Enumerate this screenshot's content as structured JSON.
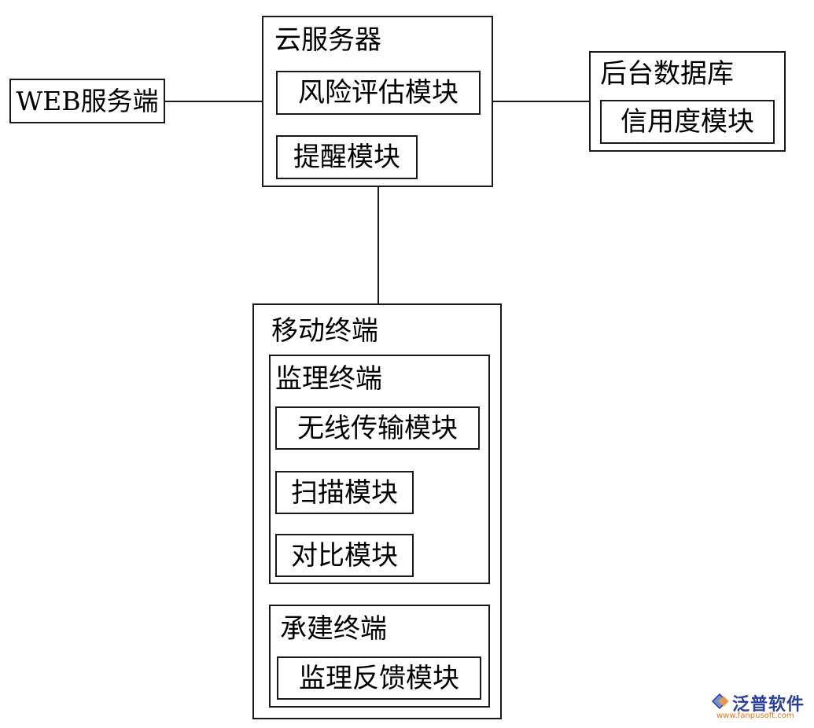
{
  "web_server": {
    "label": "WEB服务端"
  },
  "cloud_server": {
    "title": "云服务器",
    "modules": [
      "风险评估模块",
      "提醒模块"
    ]
  },
  "backend_db": {
    "title": "后台数据库",
    "modules": [
      "信用度模块"
    ]
  },
  "mobile_terminal": {
    "title": "移动终端",
    "supervision_terminal": {
      "title": "监理终端",
      "modules": [
        "无线传输模块",
        "扫描模块",
        "对比模块"
      ]
    },
    "construction_terminal": {
      "title": "承建终端",
      "modules": [
        "监理反馈模块"
      ]
    }
  },
  "watermark": {
    "name": "泛普软件",
    "url": "www.fanpusoft.com",
    "colors": {
      "name": "#2a3f9c",
      "url": "#e0761c"
    }
  }
}
